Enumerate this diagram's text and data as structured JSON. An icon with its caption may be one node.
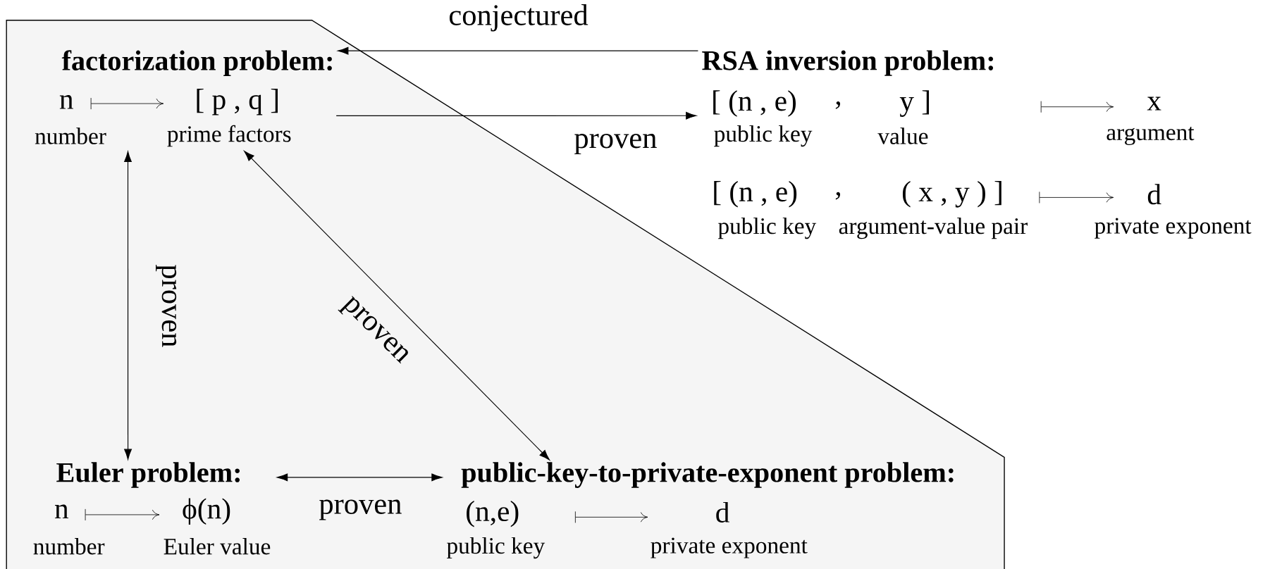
{
  "diagram": {
    "nodes": [
      {
        "text": [],
        "shape": "polygon"
      },
      {
        "text": [
          "factorization problem:",
          "n",
          "[ p , q ]",
          "number",
          "prime factors"
        ],
        "in": 0
      },
      {
        "text": [
          "RSA inversion problem:",
          "[ (n , e)",
          ",",
          "y ]",
          "x",
          "public key",
          "value",
          "argument",
          "[ (n , e)",
          ",",
          "( x , y ) ]",
          "d",
          "public key",
          "argument-value pair",
          "private exponent"
        ]
      },
      {
        "text": [
          "Euler problem:",
          "n",
          "ϕ(n)",
          "number",
          "Euler value"
        ],
        "in": 0
      },
      {
        "text": [
          "public-key-to-private-exponent problem:",
          "(n,e)",
          "d",
          "public key",
          "private exponent"
        ],
        "in": 0
      }
    ],
    "edges": [
      {
        "from": 2,
        "to": 1,
        "arrow": "to",
        "label": "conjectured"
      },
      {
        "from": 1,
        "to": 2,
        "arrow": "to",
        "label": "proven"
      },
      {
        "from": 1,
        "to": 3,
        "arrow": "both",
        "label": "proven"
      },
      {
        "from": 1,
        "to": 4,
        "arrow": "both",
        "label": "proven"
      },
      {
        "from": 3,
        "to": 4,
        "arrow": "both",
        "label": "proven"
      }
    ]
  }
}
